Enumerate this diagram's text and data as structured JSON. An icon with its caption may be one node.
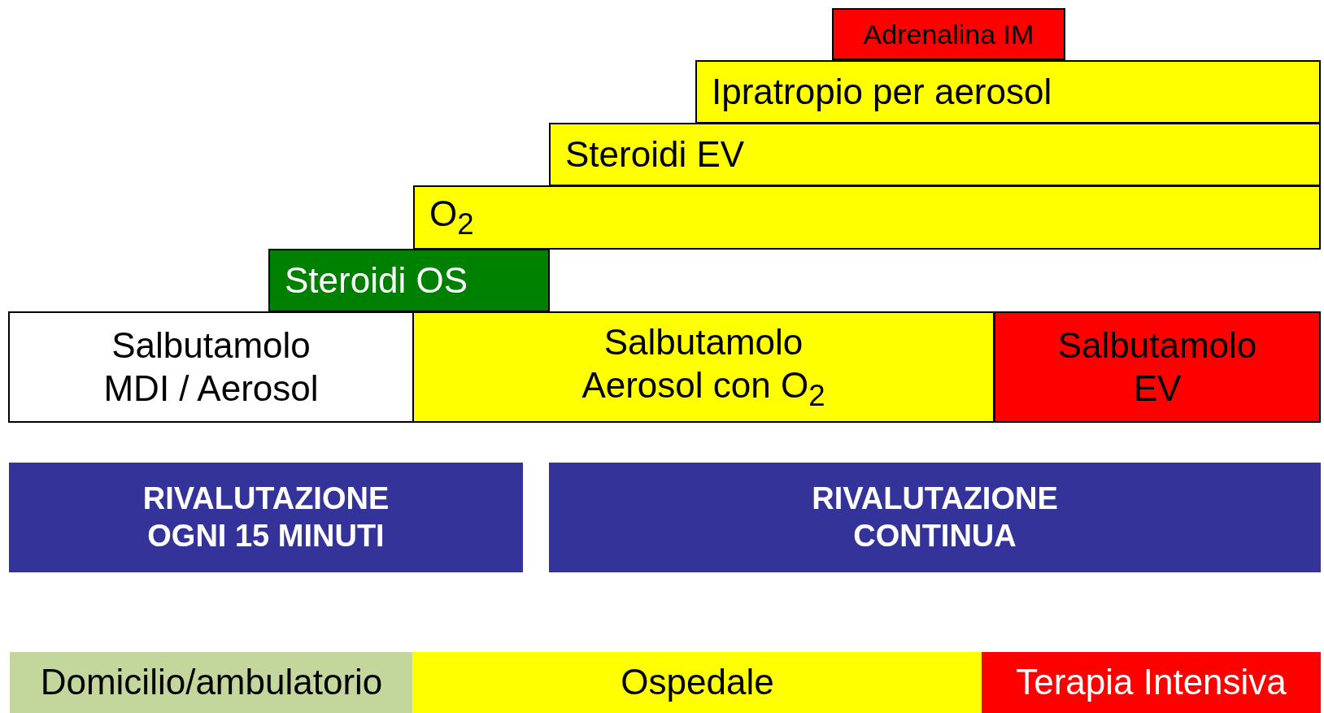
{
  "diagram": {
    "nodes": [
      {
        "text": [
          "Adrenalina IM"
        ]
      },
      {
        "text": [
          "Ipratropio per aerosol"
        ]
      },
      {
        "text": [
          "Steroidi EV"
        ]
      },
      {
        "text": [
          "O$_{2}$"
        ]
      },
      {
        "text": [
          "Steroidi OS"
        ]
      },
      {
        "text": [
          "Salbutamolo MDI / Aerosol"
        ]
      },
      {
        "text": [
          "Salbutamolo Aerosol con O$_{2}$"
        ]
      },
      {
        "text": [
          "Salbutamolo EV"
        ]
      },
      {
        "text": [
          "RIVALUTAZIONE OGNI 15 MINUTI"
        ]
      },
      {
        "text": [
          "RIVALUTAZIONE CONTINUA"
        ]
      },
      {
        "text": [
          "Domicilio/ambulatorio"
        ]
      },
      {
        "text": [
          "Ospedale"
        ]
      },
      {
        "text": [
          "Terapia Intensiva"
        ]
      }
    ]
  }
}
